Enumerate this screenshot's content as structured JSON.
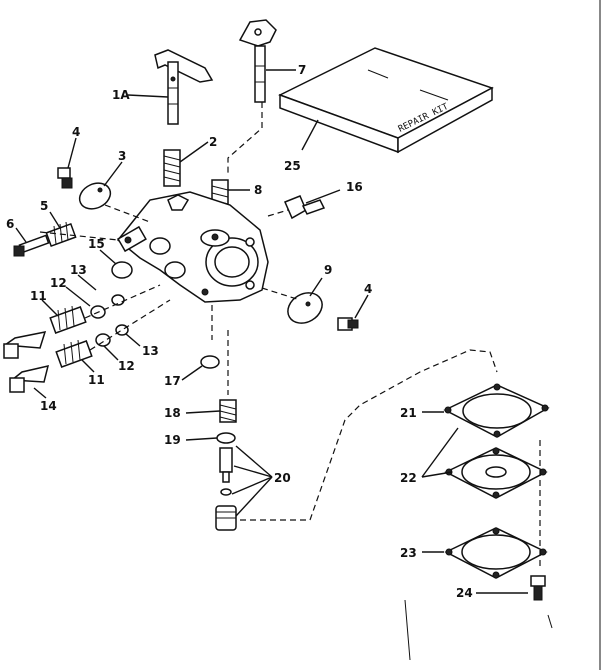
{
  "labels": {
    "l1a": "1A",
    "l2": "2",
    "l3": "3",
    "l4a": "4",
    "l4b": "4",
    "l5": "5",
    "l6": "6",
    "l7": "7",
    "l8": "8",
    "l9": "9",
    "l11a": "11",
    "l11b": "11",
    "l12a": "12",
    "l12b": "12",
    "l13a": "13",
    "l13b": "13",
    "l14": "14",
    "l15": "15",
    "l16": "16",
    "l17": "17",
    "l18": "18",
    "l19": "19",
    "l20": "20",
    "l21": "21",
    "l22": "22",
    "l23": "23",
    "l24": "24",
    "l25": "25"
  },
  "repair_kit": {
    "text": "REPAIR KIT"
  },
  "colors": {
    "ink": "#111111",
    "paper": "#ffffff"
  }
}
